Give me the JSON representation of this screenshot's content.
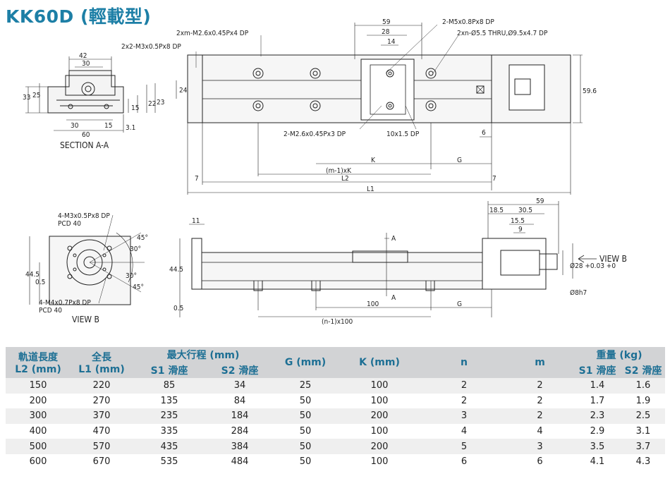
{
  "title": "KK60D (輕載型)",
  "drawing": {
    "section": {
      "label": "SECTION A-A",
      "dims": [
        "42",
        "30",
        "33",
        "25",
        "22",
        "15",
        "23",
        "30",
        "15",
        "60",
        "3.1"
      ],
      "note": "2x2-M3x0.5Px8 DP"
    },
    "top_view": {
      "notes": [
        "2xm-M2.6x0.45Px4 DP",
        "2-M5x0.8Px8 DP",
        "2xn-Ø5.5 THRU,Ø9.5x4.7 DP",
        "2-M2.6x0.45Px3 DP",
        "10x1.5 DP"
      ],
      "dims": [
        "59",
        "28",
        "14",
        "24",
        "59.6",
        "6",
        "K",
        "G",
        "(m-1)xK",
        "L2",
        "L1",
        "7",
        "7"
      ]
    },
    "view_b": {
      "label": "VIEW B",
      "notes": [
        "4-M3x0.5Px8 DP",
        "PCD 40",
        "4-M4x0.7Px8 DP",
        "PCD 40"
      ],
      "dims": [
        "44.5",
        "0.5",
        "45°",
        "30°",
        "30°",
        "45°"
      ]
    },
    "side_view": {
      "dims": [
        "11",
        "44.5",
        "0.5",
        "A",
        "A",
        "100",
        "G",
        "(n-1)x100",
        "59",
        "18.5",
        "30.5",
        "15.5",
        "9",
        "Ø28 +0.03 +0",
        "Ø8h7"
      ],
      "view_label": "VIEW B"
    }
  },
  "table": {
    "header_row1": [
      "軌道長度",
      "全長",
      "最大行程 (mm)",
      "G (mm)",
      "K (mm)",
      "n",
      "m",
      "重量 (kg)"
    ],
    "header_row2": [
      "L2 (mm)",
      "L1 (mm)",
      "S1 滑座",
      "S2 滑座",
      "S1 滑座",
      "S2 滑座"
    ],
    "rows": [
      [
        "150",
        "220",
        "85",
        "34",
        "25",
        "100",
        "2",
        "2",
        "1.4",
        "1.6"
      ],
      [
        "200",
        "270",
        "135",
        "84",
        "50",
        "100",
        "2",
        "2",
        "1.7",
        "1.9"
      ],
      [
        "300",
        "370",
        "235",
        "184",
        "50",
        "200",
        "3",
        "2",
        "2.3",
        "2.5"
      ],
      [
        "400",
        "470",
        "335",
        "284",
        "50",
        "100",
        "4",
        "4",
        "2.9",
        "3.1"
      ],
      [
        "500",
        "570",
        "435",
        "384",
        "50",
        "200",
        "5",
        "3",
        "3.5",
        "3.7"
      ],
      [
        "600",
        "670",
        "535",
        "484",
        "50",
        "100",
        "6",
        "6",
        "4.1",
        "4.3"
      ]
    ]
  },
  "colors": {
    "title": "#1d7fa6",
    "header_bg": "#d2d3d5",
    "header_text": "#1d6f94",
    "stripe": "#efefef",
    "line": "#222222"
  }
}
